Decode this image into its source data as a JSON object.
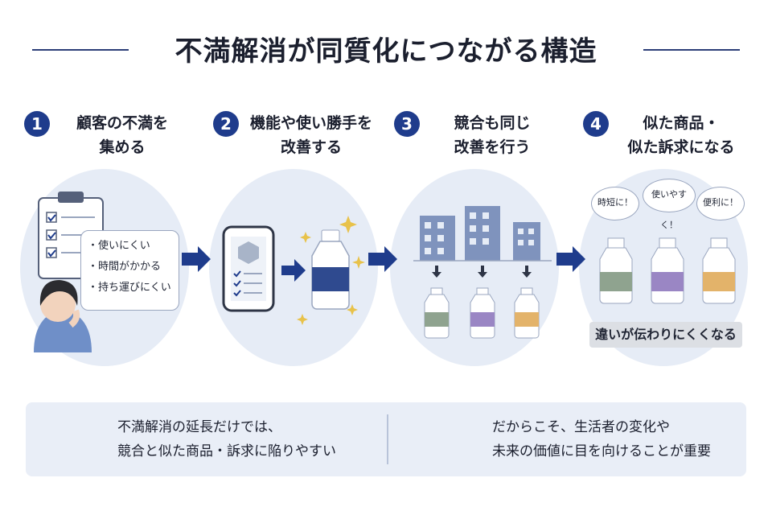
{
  "title": "不満解消が同質化につながる構造",
  "steps": [
    {
      "num": "1",
      "label_line1": "顧客の不満を",
      "label_line2": "集める"
    },
    {
      "num": "2",
      "label_line1": "機能や使い勝手を",
      "label_line2": "改善する"
    },
    {
      "num": "3",
      "label_line1": "競合も同じ",
      "label_line2": "改善を行う"
    },
    {
      "num": "4",
      "label_line1": "似た商品・",
      "label_line2": "似た訴求になる"
    }
  ],
  "complaints": [
    "・使いにくい",
    "・時間がかかる",
    "・持ち運びにくい"
  ],
  "claims": [
    "時短に！",
    "使いやすく！",
    "便利に！"
  ],
  "result_label": "違いが伝わりにくくなる",
  "banner": {
    "warning_line1": "不満解消の延長だけでは、",
    "warning_line2": "競合と似た商品・訴求に陥りやすい",
    "insight_line1": "だからこそ、生活者の変化や",
    "insight_line2": "未来の価値に目を向けることが重要"
  },
  "colors": {
    "navy": "#1f3c8c",
    "circle": "#e6ecf6",
    "label_green": "#8fa38f",
    "label_purple": "#9a86c4",
    "label_orange": "#e3b36a",
    "label_navy": "#2f4a8f"
  },
  "icons": [
    "clipboard-icon",
    "person-thinking-icon",
    "smartphone-icon",
    "bottle-icon",
    "building-icon",
    "warning-icon",
    "people-icon",
    "arrow-right-icon",
    "sparkle-icon"
  ]
}
